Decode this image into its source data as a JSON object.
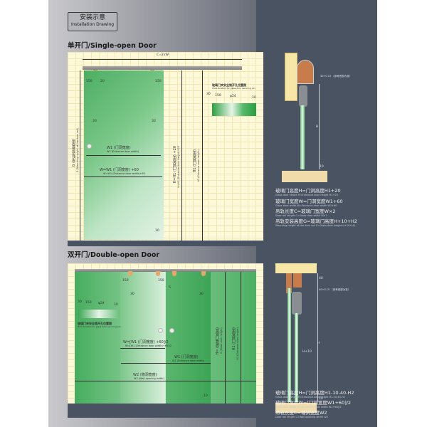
{
  "header": {
    "badge_cn": "安装示意",
    "badge_en": "Installation Drawing"
  },
  "single_door": {
    "title": "单开门/Single-open Door",
    "rail_length_label": "C=2xW",
    "dims": {
      "left_150": "150",
      "top_20": "20",
      "right_150": "150",
      "left_30": "30",
      "right_30": "30",
      "bottom_10": "10"
    },
    "w1_label": "W1 (门洞宽度)",
    "w1_label_en": "W1 (Entrance door width)",
    "w_label": "W=W1 (门洞宽度) +60",
    "w_label_en": "W=W1 (Entrance door width)+60",
    "g_label": "G (吊轨安装高度)",
    "g_label_en": "G (Mounting height of the door rail)",
    "h_label": "H=H1 (门洞高度) +20",
    "h_label_en": "H=H1 (Entrance door height)+20",
    "h1_label": "H1 (门洞高度)",
    "h1_label_en": "H1 (Entrance door height)",
    "hole_diagram": {
      "title_cn": "玻璃门夹安全锁开孔位置图",
      "title_en": "Hole location for glass door securing pin",
      "d30": "30",
      "d150": "150",
      "d24": "φ24",
      "d10": "10"
    },
    "side_view": {
      "gap_label": "40+0.15 （参考底部为准）",
      "h_mark": "H",
      "bottom_mark": "10"
    },
    "formulas": [
      {
        "cn": "玻璃门高度H=门洞高度H1+20",
        "en": "Glass door height H=Entrance door height H1+20"
      },
      {
        "cn": "玻璃门宽度W=门洞宽度W1+60",
        "en": "Glass door width W=Entrance door width W1+60"
      },
      {
        "cn": "吊轨长度C=玻璃门宽度W×2",
        "en": "Door rail length C=Glass door width W×2"
      },
      {
        "cn": "吊轨安装高度G=玻璃门高度H+10+H2",
        "en": "Mounting height of the door rail G=Glass door height H+10+H2"
      }
    ]
  },
  "double_door": {
    "title": "双开门/Double-open Door",
    "dims": {
      "left_150": "150",
      "right_150": "150",
      "gap_5": "5",
      "left_30": "30",
      "right_30": "30",
      "bottom_10": "10"
    },
    "hole_diagram": {
      "title_cn": "玻璃门夹安全锁开孔位置图",
      "title_en": "Hole location for glass door securing pin",
      "d30": "30",
      "d150": "150",
      "d24": "φ24",
      "d10": "10"
    },
    "w_label": "W=[W1 (门洞宽度) +60]/2",
    "w_label_en": "W=[W1 (Entrance door width)+60]/2",
    "w1_label": "W1 (门洞宽度)",
    "w1_label_en": "W1 (Entrance door width)",
    "w2_label": "W2 (墙洞宽度)",
    "w2_label_en": "W2 (Wall opening width)",
    "h_label": "H= (玻璃门高度)",
    "h_label_en": "H (Glass door height)",
    "h1_label": "H1 (门洞高度)",
    "h1_label_en": "H1 (Entrance door height)",
    "side_view": {
      "top_mark": "40",
      "gap_label": "40+0.15 （参考底部为准）",
      "h_mark": "H",
      "offset_label": "H+10",
      "bottom_mark": "10"
    },
    "formulas": [
      {
        "cn": "玻璃门高度H=门洞高度H1-10-40-H2",
        "en": "Glass door height H=Entrance door height H1-10-40-H2"
      },
      {
        "cn": "玻璃门宽度W=[门洞宽度W1+60]/2",
        "en": "Glass door width W=[Entrance door width W1+60]/2"
      },
      {
        "cn": "吊轨长度C=墙洞宽度W2",
        "en": "Door rail length C=Wall opening width W2"
      }
    ]
  },
  "colors": {
    "glass_green": "#5dbb72",
    "panel_yellow": "#fdf8d8",
    "roller_orange": "#e7a768",
    "dark_slate": "#4a5361"
  }
}
